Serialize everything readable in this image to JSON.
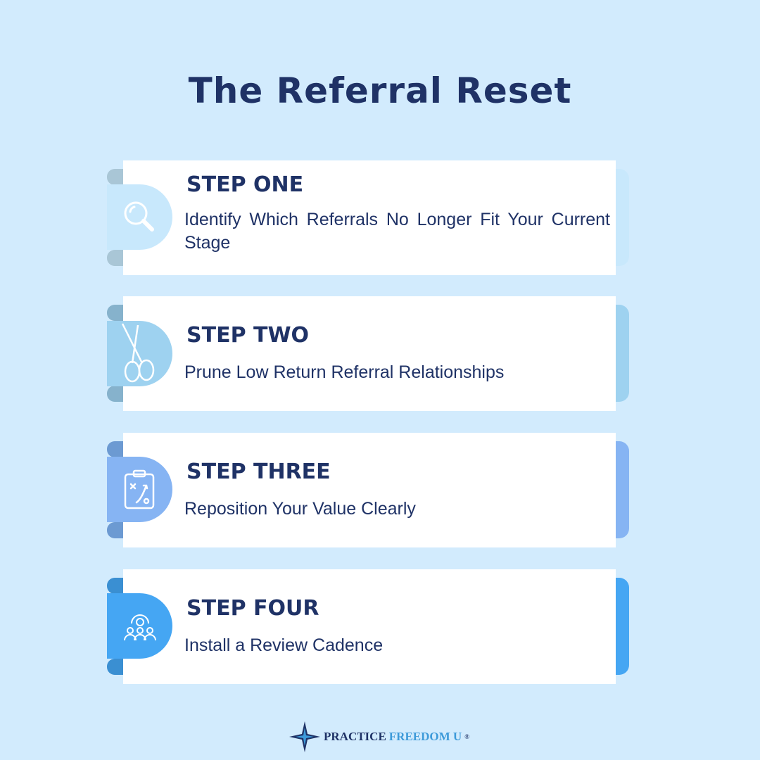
{
  "title": "The Referral Reset",
  "steps": [
    {
      "heading": "STEP ONE",
      "text": "Identify Which Referrals No Longer Fit Your Current Stage",
      "icon": "magnifier-icon",
      "color": "#c8e8fc",
      "nub_color": "#a9c6d6"
    },
    {
      "heading": "STEP TWO",
      "text": "Prune Low Return Referral Relationships",
      "icon": "scissors-icon",
      "color": "#9ed2f0",
      "nub_color": "#86b2cc"
    },
    {
      "heading": "STEP THREE",
      "text": "Reposition Your Value Clearly",
      "icon": "strategy-clipboard-icon",
      "color": "#86b4f3",
      "nub_color": "#6c9ad2"
    },
    {
      "heading": "STEP FOUR",
      "text": "Install a Review Cadence",
      "icon": "team-gear-icon",
      "color": "#45a6f3",
      "nub_color": "#3a8fd2"
    }
  ],
  "logo": {
    "part1": "PRACTICE",
    "part2": "FREEDOM U",
    "mark": "®"
  }
}
